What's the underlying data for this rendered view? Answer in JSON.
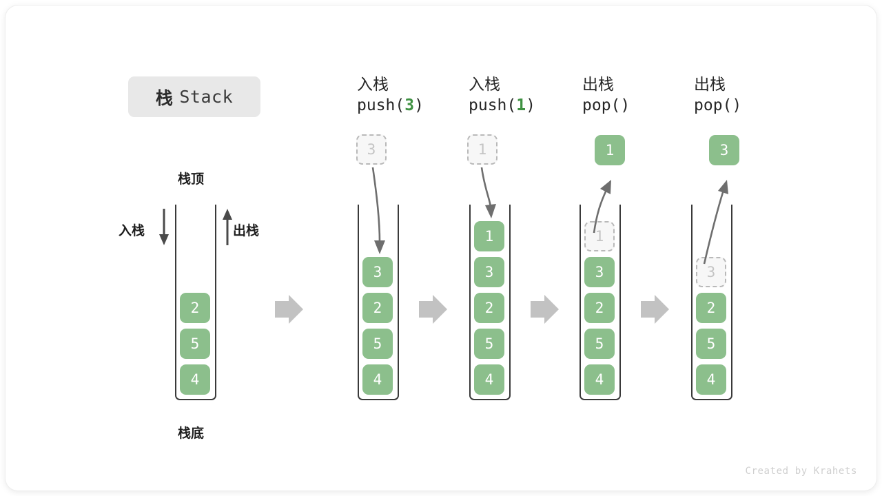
{
  "title": {
    "cn": "栈",
    "en": "Stack"
  },
  "labels": {
    "top": "栈顶",
    "bottom": "栈底",
    "push": "入栈",
    "pop": "出栈"
  },
  "watermark": "Created by Krahets",
  "colors": {
    "cell_fill": "#8cbf8c",
    "cell_text": "#ffffff",
    "ghost_fill": "#f7f7f7",
    "ghost_border": "#b9b9b9",
    "ghost_text": "#c4c4c4",
    "accent_green": "#3f9142",
    "container_border": "#3a3a3a",
    "flow_arrow": "#c2c2c2",
    "badge_bg": "#e8e8e8"
  },
  "columns": [
    {
      "id": "initial",
      "head_line1": "",
      "head_line2": "",
      "op": "none",
      "floating": null,
      "cells": [
        "2",
        "5",
        "4"
      ],
      "ghost_index": -1
    },
    {
      "id": "push-3",
      "head_line1": "入栈",
      "head_line2_pre": "push(",
      "head_line2_num": "3",
      "head_line2_post": ")",
      "op": "push",
      "floating": {
        "value": "3",
        "style": "ghost"
      },
      "cells": [
        "3",
        "2",
        "5",
        "4"
      ],
      "ghost_index": -1
    },
    {
      "id": "push-1",
      "head_line1": "入栈",
      "head_line2_pre": "push(",
      "head_line2_num": "1",
      "head_line2_post": ")",
      "op": "push",
      "floating": {
        "value": "1",
        "style": "ghost"
      },
      "cells": [
        "1",
        "3",
        "2",
        "5",
        "4"
      ],
      "ghost_index": -1
    },
    {
      "id": "pop-1",
      "head_line1": "出栈",
      "head_line2_pre": "pop(",
      "head_line2_num": "",
      "head_line2_post": ")",
      "op": "pop",
      "floating": {
        "value": "1",
        "style": "solid"
      },
      "cells": [
        "1",
        "3",
        "2",
        "5",
        "4"
      ],
      "ghost_index": 0
    },
    {
      "id": "pop-3",
      "head_line1": "出栈",
      "head_line2_pre": "pop(",
      "head_line2_num": "",
      "head_line2_post": ")",
      "op": "pop",
      "floating": {
        "value": "3",
        "style": "solid"
      },
      "cells": [
        "3",
        "2",
        "5",
        "4"
      ],
      "ghost_index": 0
    }
  ],
  "flow_arrow_count": 4,
  "cell_values": {
    "c0": [
      "2",
      "5",
      "4"
    ],
    "c1": [
      "3",
      "2",
      "5",
      "4"
    ],
    "c2": [
      "1",
      "3",
      "2",
      "5",
      "4"
    ],
    "c3": [
      "1",
      "3",
      "2",
      "5",
      "4"
    ],
    "c4": [
      "3",
      "2",
      "5",
      "4"
    ],
    "f1": "3",
    "f2": "1",
    "f3": "1",
    "f4": "3"
  }
}
